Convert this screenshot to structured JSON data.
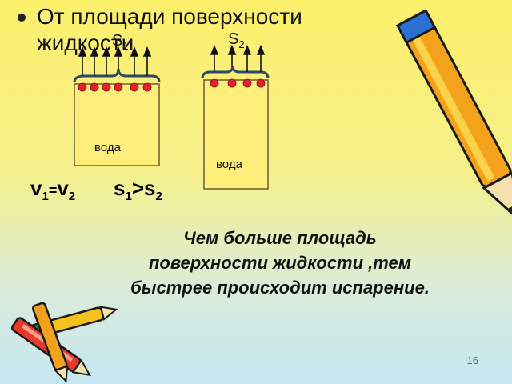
{
  "bullet": {
    "text": "От площади поверхности жидкости"
  },
  "jar_left": {
    "label": "вода",
    "surface_label": "S",
    "surface_sub": "1"
  },
  "jar_right": {
    "label": "вода",
    "surface_label": "S",
    "surface_sub": "2"
  },
  "equation_v": {
    "a": "v",
    "a_sub": "1",
    "op": "=",
    "b": "v",
    "b_sub": "2"
  },
  "equation_s": {
    "a": "s",
    "a_sub": "1",
    "op": ">",
    "b": "s",
    "b_sub": "2"
  },
  "conclusion": {
    "text": "Чем больше площадь поверхности жидкости ,тем быстрее происходит испарение."
  },
  "page_number": "16",
  "colors": {
    "molecule": "#e8202a",
    "jar_fill": "#ffef7a",
    "jar_border": "#6b5a3a",
    "meniscus": "#2e4a66",
    "arrow": "#111111"
  }
}
